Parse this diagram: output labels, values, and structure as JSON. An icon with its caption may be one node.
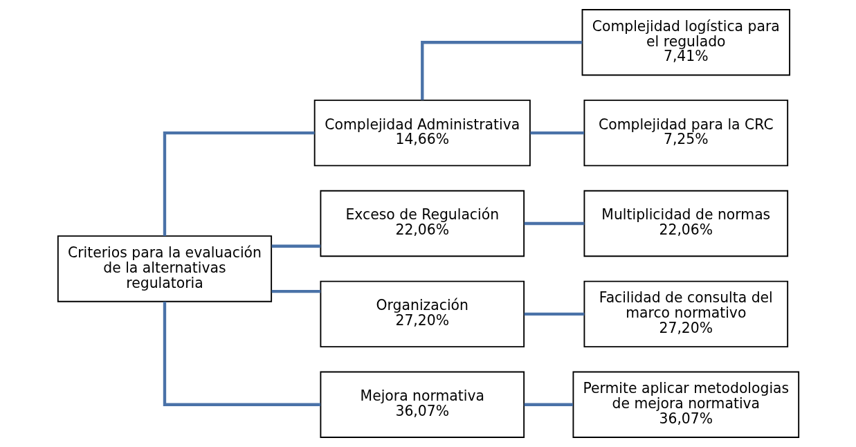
{
  "diagram": {
    "nodes": [
      {
        "text": [
          "Criterios para la evaluación de la alternativas regulatoria"
        ]
      },
      {
        "text": [
          "Complejidad Administrativa",
          "14,66%"
        ]
      },
      {
        "text": [
          "Complejidad logística para el regulado",
          "7,41%"
        ]
      },
      {
        "text": [
          "Complejidad para la CRC",
          "7,25%"
        ]
      },
      {
        "text": [
          "Exceso de Regulación",
          "22,06%"
        ]
      },
      {
        "text": [
          "Multiplicidad de normas",
          "22,06%"
        ]
      },
      {
        "text": [
          "Organización",
          "27,20%"
        ]
      },
      {
        "text": [
          "Facilidad de consulta del marco normativo",
          "27,20%"
        ]
      },
      {
        "text": [
          "Mejora normativa",
          "36,07%"
        ]
      },
      {
        "text": [
          "Permite aplicar metodologias de mejora normativa",
          "36,07%"
        ]
      }
    ],
    "edges": [
      {
        "from": 0,
        "to": 1,
        "arrow": "none"
      },
      {
        "from": 0,
        "to": 4,
        "arrow": "none"
      },
      {
        "from": 0,
        "to": 6,
        "arrow": "none"
      },
      {
        "from": 0,
        "to": 8,
        "arrow": "none"
      },
      {
        "from": 1,
        "to": 2,
        "arrow": "none"
      },
      {
        "from": 1,
        "to": 3,
        "arrow": "none"
      },
      {
        "from": 4,
        "to": 5,
        "arrow": "none"
      },
      {
        "from": 6,
        "to": 7,
        "arrow": "none"
      },
      {
        "from": 8,
        "to": 9,
        "arrow": "none"
      }
    ]
  }
}
